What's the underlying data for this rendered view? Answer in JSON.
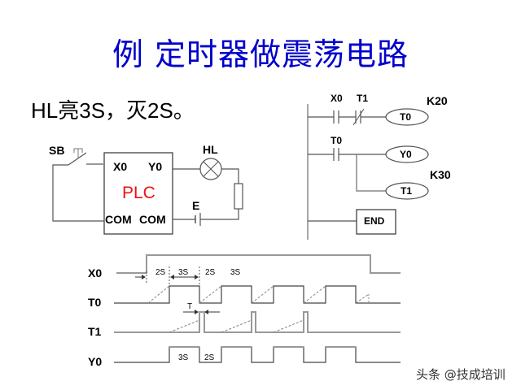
{
  "title": "例  定时器做震荡电路",
  "subtitle": "HL亮3S，灭2S。",
  "wiring": {
    "switch_label": "SB",
    "plc_label": "PLC",
    "input_label": "X0",
    "output_label": "Y0",
    "com_left": "COM",
    "com_right": "COM",
    "lamp_label": "HL",
    "source_label": "E"
  },
  "ladder": {
    "rung1": {
      "contact1": "X0",
      "contact2": "T1",
      "coil": "T0",
      "preset": "K20"
    },
    "rung2": {
      "contact1": "T0",
      "coil1": "Y0",
      "coil2": "T1",
      "preset": "K30"
    },
    "end_label": "END"
  },
  "timing": {
    "signals": [
      "X0",
      "T0",
      "T1",
      "Y0"
    ],
    "annotations": {
      "a1": "2S",
      "a2": "3S",
      "a3": "2S",
      "a4": "3S",
      "t": "T",
      "y3": "3S",
      "y2": "2S"
    }
  },
  "watermark": "头条 @技成培训"
}
